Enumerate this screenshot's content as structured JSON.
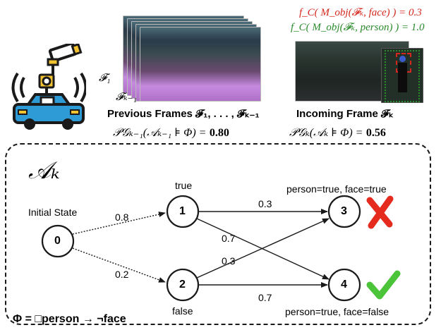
{
  "header": {
    "previous_frames_label": "Previous Frames 𝓕₁, . . . , 𝓕ₖ₋₁",
    "previous_pg_label": "𝒫𝒢ₖ₋₁(𝒜ₖ₋₁ ⊧ Φ) =",
    "previous_pg_value": "0.80",
    "incoming_frame_label": "Incoming Frame 𝓕ₖ",
    "incoming_pg_label": "𝒫𝒢ₖ(𝒜ₖ ⊧ Φ) =",
    "incoming_pg_value": "0.56",
    "frame_index_first": "𝓕₁",
    "frame_index_last": "𝓕ₖ₋₁"
  },
  "confidence": {
    "face_line": "f_C( M_obj(𝓕ₖ, face) ) = 0.3",
    "person_line": "f_C( M_obj(𝓕ₖ, person) ) = 1.0"
  },
  "automaton": {
    "name": "𝒜ₖ",
    "initial_state_label": "Initial State",
    "states": [
      {
        "id": "0",
        "label": "0"
      },
      {
        "id": "1",
        "label": "1",
        "annotation": "true"
      },
      {
        "id": "2",
        "label": "2",
        "annotation": "false"
      },
      {
        "id": "3",
        "label": "3",
        "annotation": "person=true, face=true",
        "result": "reject"
      },
      {
        "id": "4",
        "label": "4",
        "annotation": "person=true, face=false",
        "result": "accept"
      }
    ],
    "transitions": [
      {
        "from": "0",
        "to": "1",
        "prob": "0.8"
      },
      {
        "from": "0",
        "to": "2",
        "prob": "0.2"
      },
      {
        "from": "1",
        "to": "3",
        "prob": "0.3"
      },
      {
        "from": "1",
        "to": "4",
        "prob": "0.7"
      },
      {
        "from": "2",
        "to": "3",
        "prob": "0.3"
      },
      {
        "from": "2",
        "to": "4",
        "prob": "0.7"
      }
    ],
    "formula": "Φ = □person → ¬face"
  },
  "colors": {
    "face_color": "#d4281e",
    "person_color": "#2b8a2b",
    "reject_color": "#e52a1e",
    "accept_color": "#4cc43a",
    "car_blue": "#2e9bd6",
    "camera_yellow": "#f2c230"
  },
  "icons": [
    "surveillance-car-icon",
    "cross-mark-icon",
    "check-mark-icon"
  ]
}
